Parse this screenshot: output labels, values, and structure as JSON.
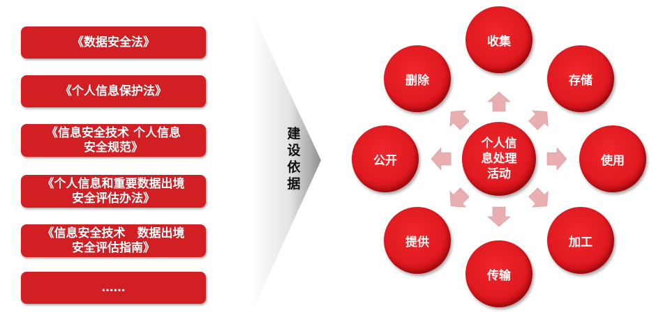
{
  "laws": [
    {
      "label": "《数据安全法》"
    },
    {
      "label": "《个人信息保护法》"
    },
    {
      "label": "《信息安全技术 个人信息\n安全规范》"
    },
    {
      "label": "《个人信息和重要数据出境\n安全评估办法》"
    },
    {
      "label": "《信息安全技术　数据出境\n安全评估指南》"
    },
    {
      "label": "……"
    }
  ],
  "basis": {
    "label": "建设依据"
  },
  "center": {
    "label": "个人信\n息处理\n活动"
  },
  "activities": [
    {
      "label": "收集",
      "position": "top"
    },
    {
      "label": "存储",
      "position": "top-right"
    },
    {
      "label": "使用",
      "position": "right"
    },
    {
      "label": "加工",
      "position": "bottom-right"
    },
    {
      "label": "传输",
      "position": "bottom"
    },
    {
      "label": "提供",
      "position": "bottom-left"
    },
    {
      "label": "公开",
      "position": "left"
    },
    {
      "label": "删除",
      "position": "top-left"
    }
  ],
  "colors": {
    "primary_red": "#d21f24",
    "arrow_pink": "#e8aeb0",
    "chevron_gray": "#9a9a9a"
  }
}
